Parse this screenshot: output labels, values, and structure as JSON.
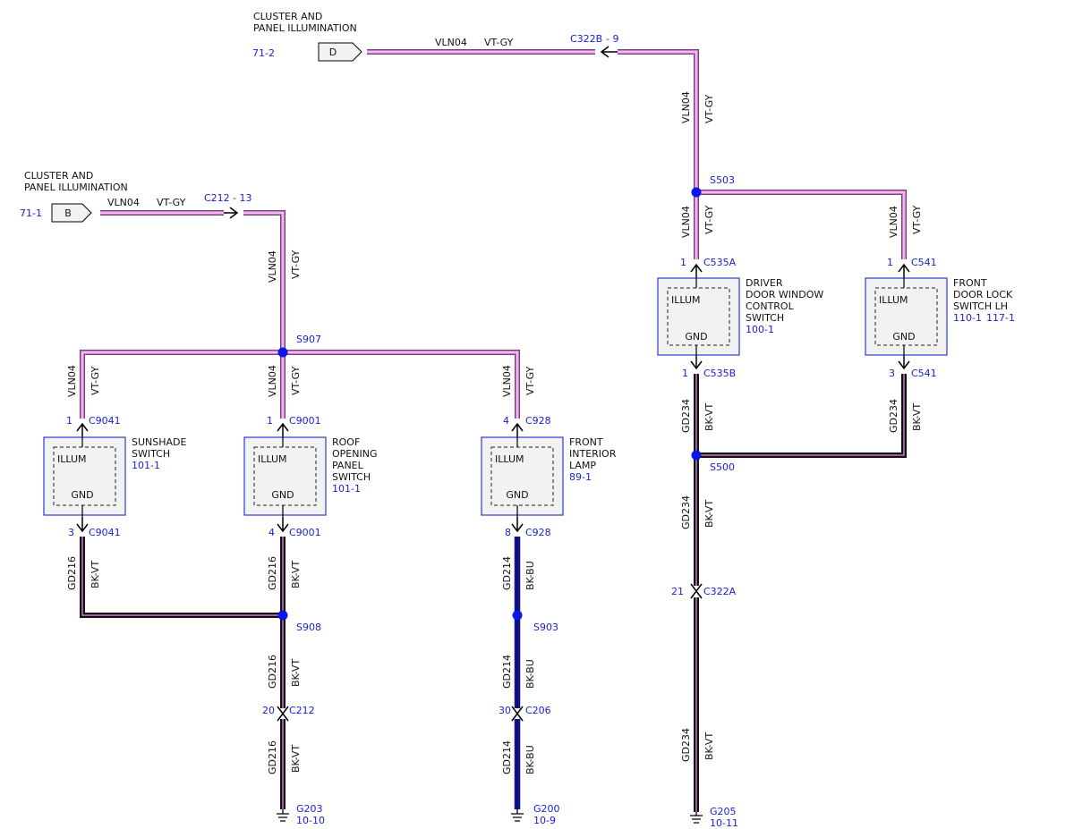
{
  "colors": {
    "vt_gy_wire": "#cc77cc",
    "bk_vt_wire": "#cc77cc",
    "bk_bu_wire": "#1515aa",
    "splice": "#0a16ee",
    "ref_text": "#1a22cc",
    "component_border": "#2d3ad0",
    "component_fill": "#f2f2f2"
  },
  "offpage": {
    "d": {
      "letter": "D",
      "title1": "CLUSTER AND",
      "title2": "PANEL ILLUMINATION",
      "ref": "71-2"
    },
    "b": {
      "letter": "B",
      "title1": "CLUSTER AND",
      "title2": "PANEL ILLUMINATION",
      "ref": "71-1"
    }
  },
  "wire_labels": {
    "vln04": "VLN04",
    "vtgy": "VT-GY",
    "gd216": "GD216",
    "gd214": "GD214",
    "gd234": "GD234",
    "bkvt": "BK-VT",
    "bkbu": "BK-BU"
  },
  "connectors": {
    "c322b": "C322B",
    "c322b_pin": "- 9",
    "c212_top": "C212",
    "c212_top_pin": "- 13",
    "c535a": "C535A",
    "c535a_pin": "1",
    "c541_top": "C541",
    "c541_top_pin": "1",
    "c535b": "C535B",
    "c535b_pin": "1",
    "c541_bot": "C541",
    "c541_bot_pin": "3",
    "c322a": "C322A",
    "c322a_pin": "21",
    "c9041_top": "C9041",
    "c9041_top_pin": "1",
    "c9001_top": "C9001",
    "c9001_top_pin": "1",
    "c928_top": "C928",
    "c928_top_pin": "4",
    "c9041_bot": "C9041",
    "c9041_bot_pin": "3",
    "c9001_bot": "C9001",
    "c9001_bot_pin": "4",
    "c928_bot": "C928",
    "c928_bot_pin": "8",
    "c212_bot": "C212",
    "c212_bot_pin": "20",
    "c206": "C206",
    "c206_pin": "30"
  },
  "splices": {
    "s503": "S503",
    "s500": "S500",
    "s907": "S907",
    "s908": "S908",
    "s903": "S903"
  },
  "components": {
    "sunshade": {
      "name1": "SUNSHADE",
      "name2": "SWITCH",
      "ref": "101-1",
      "illum": "ILLUM",
      "gnd": "GND"
    },
    "roof": {
      "name1": "ROOF",
      "name2": "OPENING",
      "name3": "PANEL",
      "name4": "SWITCH",
      "ref": "101-1",
      "illum": "ILLUM",
      "gnd": "GND"
    },
    "lamp": {
      "name1": "FRONT",
      "name2": "INTERIOR",
      "name3": "LAMP",
      "ref": "89-1",
      "illum": "ILLUM",
      "gnd": "GND"
    },
    "driver": {
      "name1": "DRIVER",
      "name2": "DOOR WINDOW",
      "name3": "CONTROL",
      "name4": "SWITCH",
      "ref": "100-1",
      "illum": "ILLUM",
      "gnd": "GND"
    },
    "lock": {
      "name1": "FRONT",
      "name2": "DOOR LOCK",
      "name3": "SWITCH LH",
      "ref1": "110-1",
      "ref2": "117-1",
      "illum": "ILLUM",
      "gnd": "GND"
    }
  },
  "grounds": {
    "g203": {
      "name": "G203",
      "ref": "10-10"
    },
    "g200": {
      "name": "G200",
      "ref": "10-9"
    },
    "g205": {
      "name": "G205",
      "ref": "10-11"
    }
  }
}
